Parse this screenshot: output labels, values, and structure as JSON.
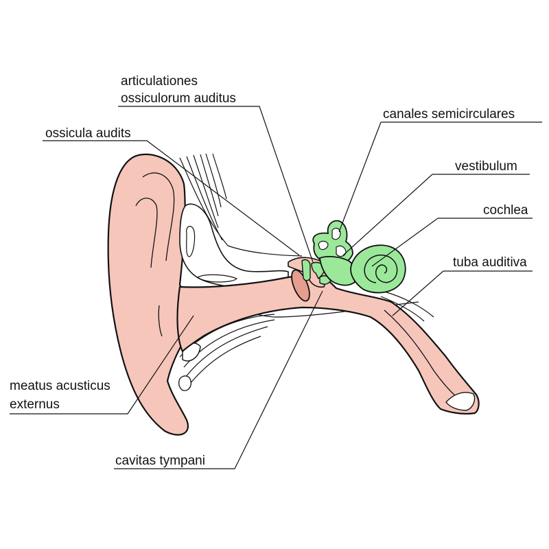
{
  "colors": {
    "skin": "#f6c6bb",
    "inner_ear": "#9be89b",
    "membrane": "#e79c90",
    "outline": "#111111",
    "leader": "#111111",
    "background": "#ffffff"
  },
  "labels": {
    "articulationes_line1": "articulationes",
    "articulationes_line2": "ossiculorum auditus",
    "ossicula": "ossicula audits",
    "canales": "canales semicirculares",
    "vestibulum": "vestibulum",
    "cochlea": "cochlea",
    "tuba": "tuba auditiva",
    "meatus_line1": "meatus acusticus",
    "meatus_line2": "externus",
    "cavitas": "cavitas tympani"
  }
}
